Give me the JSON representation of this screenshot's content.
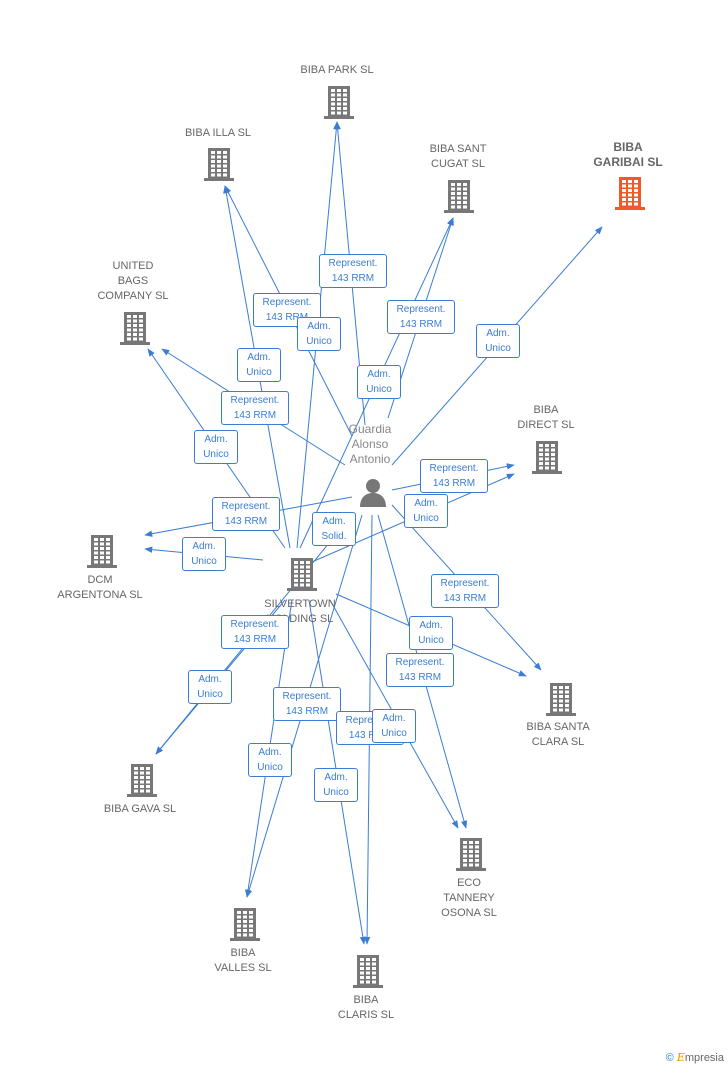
{
  "colors": {
    "edge": "#3a7dd3",
    "company": "#777777",
    "focus_company": "#f05a28",
    "person": "#777777"
  },
  "nodes": {
    "biba_park": "BIBA PARK  SL",
    "biba_illa": "BIBA ILLA  SL",
    "biba_sant_cugat": "BIBA SANT\nCUGAT  SL",
    "biba_garibai": "BIBA\nGARIBAI  SL",
    "united_bags": "UNITED\nBAGS\nCOMPANY SL",
    "biba_direct": "BIBA\nDIRECT  SL",
    "person": "Guardia\nAlonso\nAntonio",
    "dcm": "DCM\nARGENTONA SL",
    "silvertown": "SILVERTOWN\nHOLDING  SL",
    "biba_santa_clara": "BIBA SANTA\nCLARA SL",
    "biba_gava": "BIBA GAVA  SL",
    "eco_tannery": "ECO\nTANNERY\nOSONA  SL",
    "biba_valles": "BIBA\nVALLES  SL",
    "biba_claris": "BIBA\nCLARIS  SL"
  },
  "edge_labels": {
    "rep_park": "Represent.\n143 RRM",
    "rep_illa": "Represent.\n143 RRM",
    "adm_park": "Adm.\nUnico",
    "rep_cugat": "Represent.\n143 RRM",
    "adm_garibai": "Adm.\nUnico",
    "adm_illa": "Adm.\nUnico",
    "adm_cugat": "Adm.\nUnico",
    "rep_united": "Represent.\n143 RRM",
    "adm_united": "Adm.\nUnico",
    "rep_direct": "Represent.\n143 RRM",
    "adm_direct": "Adm.\nUnico",
    "rep_dcm": "Represent.\n143 RRM",
    "adm_solid": "Adm.\nSolid.",
    "adm_dcm": "Adm.\nUnico",
    "rep_santa_clara": "Represent.\n143 RRM",
    "rep_gava": "Represent.\n143 RRM",
    "adm_santa_clara": "Adm.\nUnico",
    "rep_eco": "Represent.\n143 RRM",
    "adm_gava": "Adm.\nUnico",
    "rep_valles": "Represent.\n143 RRM",
    "rep_claris": "Represent.\n143 RRM",
    "adm_eco": "Adm.\nUnico",
    "adm_valles": "Adm.\nUnico",
    "adm_claris": "Adm.\nUnico"
  },
  "footer": {
    "copyright": "©",
    "brand_initial": "E",
    "brand_rest": "mpresia"
  }
}
